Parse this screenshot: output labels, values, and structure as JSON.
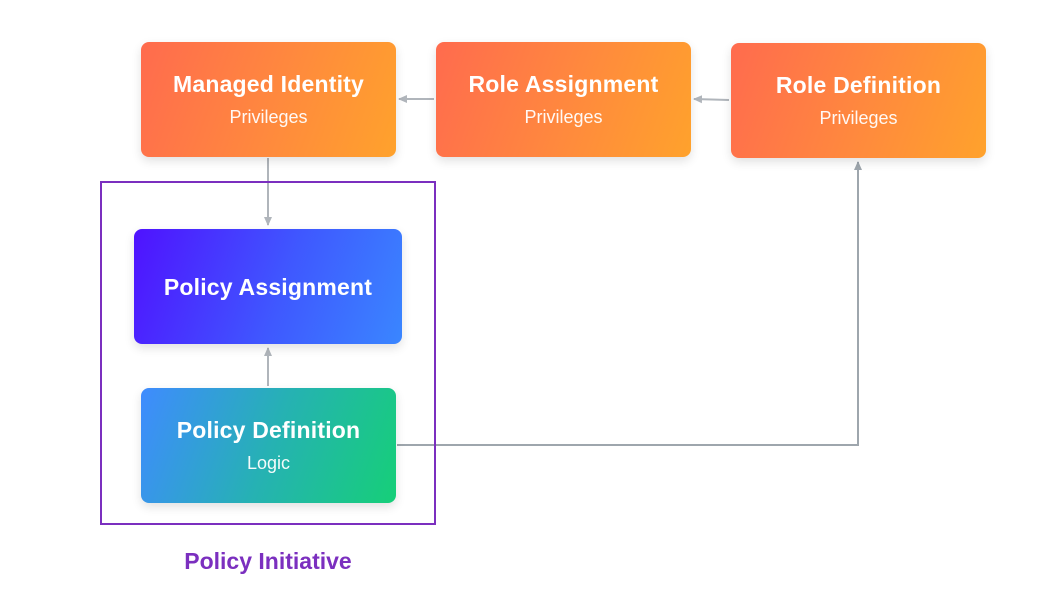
{
  "nodes": {
    "managed_identity": {
      "title": "Managed Identity",
      "subtitle": "Privileges"
    },
    "role_assignment": {
      "title": "Role Assignment",
      "subtitle": "Privileges"
    },
    "role_definition": {
      "title": "Role Definition",
      "subtitle": "Privileges"
    },
    "policy_assignment": {
      "title": "Policy Assignment"
    },
    "policy_definition": {
      "title": "Policy Definition",
      "subtitle": "Logic"
    }
  },
  "groups": {
    "policy_initiative": {
      "label": "Policy Initiative"
    }
  },
  "edges": [
    {
      "from": "role_definition",
      "to": "role_assignment"
    },
    {
      "from": "role_assignment",
      "to": "managed_identity"
    },
    {
      "from": "managed_identity",
      "to": "policy_assignment"
    },
    {
      "from": "policy_definition",
      "to": "policy_assignment"
    },
    {
      "from": "policy_definition",
      "to": "role_definition"
    }
  ],
  "colors": {
    "node_warm_start": "#ff6b4e",
    "node_warm_end": "#ffa22c",
    "node_cool_start": "#4f12ff",
    "node_cool_end": "#3a86ff",
    "node_logic_start": "#3f8bff",
    "node_logic_end": "#16cf78",
    "group_border": "#7b2fbf",
    "connector": "#b0b5bb",
    "connector_long": "#9ea6ad"
  }
}
